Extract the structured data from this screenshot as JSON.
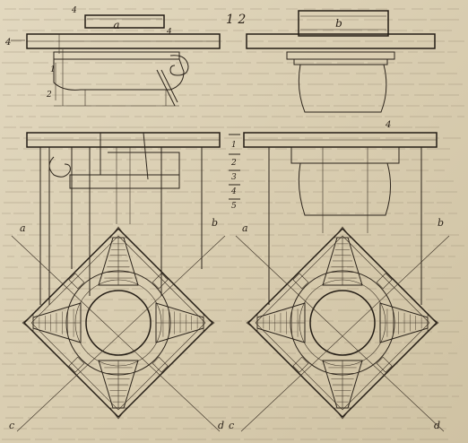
{
  "plate": {
    "page_number": "1 2",
    "top_left_labels": {
      "a": "a",
      "four_top": "4",
      "four_mid": "4",
      "four_left": "4",
      "two": "2",
      "one": "1"
    },
    "top_right_labels": {
      "b": "b"
    },
    "middle_right_labels": {
      "four": "4",
      "scale": [
        "1",
        "2",
        "3",
        "4",
        "5"
      ]
    },
    "lower_left_labels": {
      "a": "a",
      "b": "b",
      "c": "c",
      "d": "d"
    },
    "lower_right_labels": {
      "a": "a",
      "b": "b",
      "c": "c",
      "d": "d"
    }
  },
  "colors": {
    "paper": "#ddd2b8",
    "ink": "#2c241b"
  }
}
